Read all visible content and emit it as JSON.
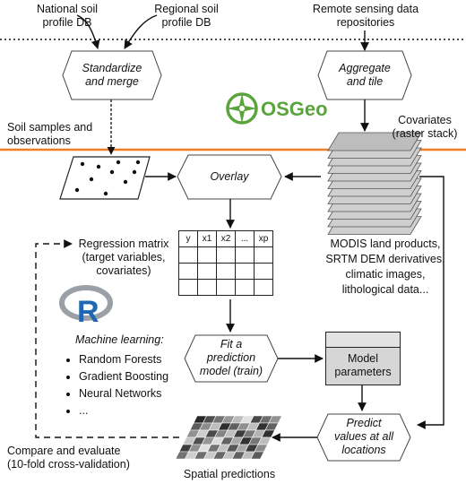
{
  "sources": {
    "national_db": "National soil\nprofile DB",
    "regional_db": "Regional soil\nprofile DB",
    "remote_sensing": "Remote sensing data\nrepositories"
  },
  "nodes": {
    "standardize": "Standardize\nand merge",
    "aggregate": "Aggregate\nand tile",
    "overlay": "Overlay",
    "fit_model": "Fit a\nprediction\nmodel (train)",
    "predict": "Predict\nvalues at all\nlocations",
    "model_parameters": "Model\nparameters"
  },
  "labels": {
    "soil_samples": "Soil samples and\nobservations",
    "covariates": "Covariates\n(raster stack)",
    "regression_matrix": "Regression matrix\n(target variables,\ncovariates)",
    "covariate_sources": "MODIS land products,\nSRTM DEM derivatives,\nclimatic images,\nlithological data...",
    "machine_learning": "Machine learning:",
    "compare_evaluate": "Compare and evaluate\n(10-fold cross-validation)",
    "spatial_predictions": "Spatial predictions"
  },
  "ml_methods": [
    "Random Forests",
    "Gradient Boosting",
    "Neural Networks",
    "..."
  ],
  "matrix_header": [
    "y",
    "x1",
    "x2",
    "...",
    "xp"
  ],
  "logos": {
    "osgeo_text": "OSGeo",
    "r_text": "R"
  },
  "colors": {
    "orange_divider": "#ef7d22",
    "osgeo_green": "#5aa43c",
    "r_blue": "#1f66b3",
    "r_ring": "#9aa0a6",
    "param_fill": "#d6d6d6"
  }
}
